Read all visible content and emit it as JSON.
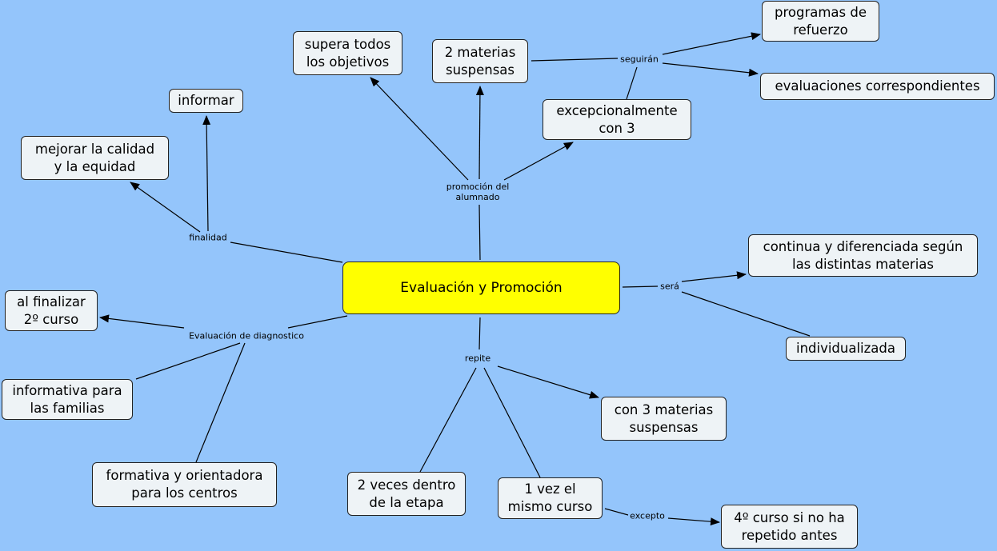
{
  "concepts": {
    "main": "Evaluación y Promoción",
    "supera": "supera todos\nlos objetivos",
    "dos_materias": "2 materias\nsuspensas",
    "programas": "programas de\nrefuerzo",
    "evaluaciones": "evaluaciones correspondientes",
    "excepcional": "excepcionalmente\ncon 3",
    "informar": "informar",
    "mejorar": "mejorar la calidad\ny la equidad",
    "continua": "continua y diferenciada según\nlas distintas materias",
    "individualizada": "individualizada",
    "al_finalizar": "al finalizar\n2º curso",
    "informativa": "informativa para\nlas familias",
    "formativa": "formativa y orientadora\npara los centros",
    "dos_veces": "2 veces dentro\nde la etapa",
    "una_vez": "1 vez el\nmismo curso",
    "con_tres": "con 3 materias\nsuspensas",
    "cuarto": "4º curso si no ha\nrepetido antes"
  },
  "links": {
    "promocion": "promoción del\nalumnado",
    "seguiran": "seguirán",
    "finalidad": "finalidad",
    "diagnostico": "Evaluación de diagnostico",
    "sera": "será",
    "repite": "repite",
    "excepto": "excepto"
  },
  "colors": {
    "background": "#94c5fb",
    "main_node": "#ffff00",
    "node": "#eef3f6"
  }
}
